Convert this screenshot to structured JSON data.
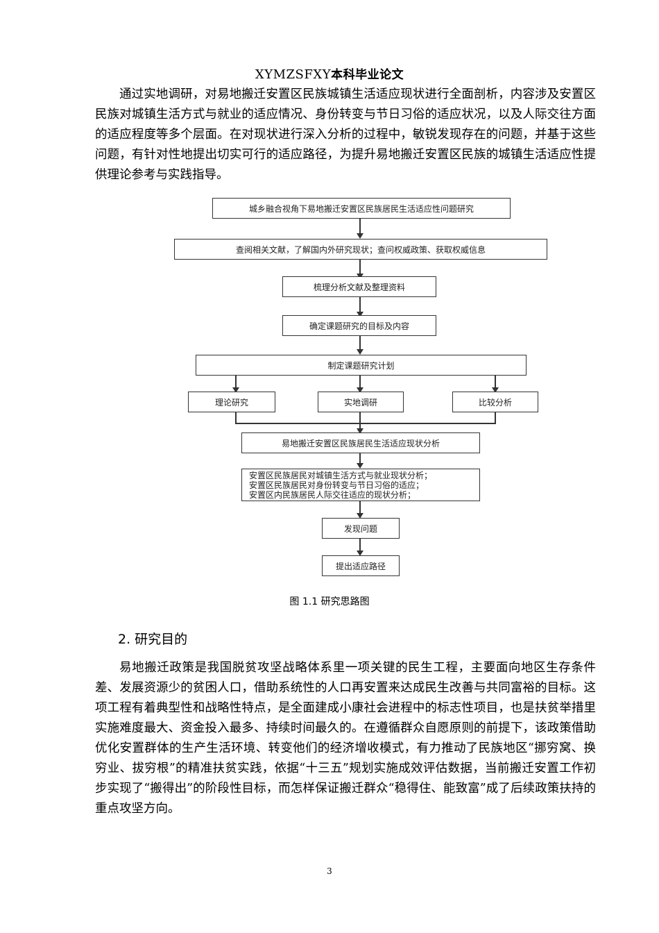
{
  "header": {
    "latin": "XYMZSFXY",
    "chinese": "本科毕业论文"
  },
  "paragraph1": "通过实地调研，对易地搬迁安置区民族城镇生活适应现状进行全面剖析，内容涉及安置区民族对城镇生活方式与就业的适应情况、身份转变与节日习俗的适应状况，以及人际交往方面的适应程度等多个层面。在对现状进行深入分析的过程中，敏锐发现存在的问题，并基于这些问题，有针对性地提出切实可行的适应路径，为提升易地搬迁安置区民族的城镇生活适应性提供理论参考与实践指导。",
  "flowchart": {
    "title_box": "城乡融合视角下易地搬迁安置区民族居民生活适应性问题研究",
    "step1": "查阅相关文献，了解国内外研究现状；查问权威政策、获取权威信息",
    "step2": "梳理分析文献及整理资料",
    "step3": "确定课题研究的目标及内容",
    "step4": "制定课题研究计划",
    "method1": "理论研究",
    "method2": "实地调研",
    "method3": "比较分析",
    "step5": "易地搬迁安置区民族居民生活适应现状分析",
    "step6_lines": [
      "安置区民族居民对城镇生活方式与就业现状分析；",
      "安置区民族居民对身份转变与节日习俗的适应；",
      "安置区内民族居民人际交往适应的现状分析；"
    ],
    "step7": "发现问题",
    "step8": "提出适应路径"
  },
  "figure_caption": "图 1.1 研究思路图",
  "section_heading": "2. 研究目的",
  "paragraph2": "易地搬迁政策是我国脱贫攻坚战略体系里一项关键的民生工程，主要面向地区生存条件差、发展资源少的贫困人口，借助系统性的人口再安置来达成民生改善与共同富裕的目标。这项工程有着典型性和战略性特点，是全面建成小康社会进程中的标志性项目，也是扶贫举措里实施难度最大、资金投入最多、持续时间最久的。在遵循群众自愿原则的前提下，该政策借助优化安置群体的生产生活环境、转变他们的经济增收模式，有力推动了民族地区“挪穷窝、换穷业、拔穷根”的精准扶贫实践，依据“十三五”规划实施成效评估数据，当前搬迁安置工作初步实现了“搬得出”的阶段性目标，而怎样保证搬迁群众“稳得住、能致富”成了后续政策扶持的重点攻坚方向。",
  "page_number": "3"
}
